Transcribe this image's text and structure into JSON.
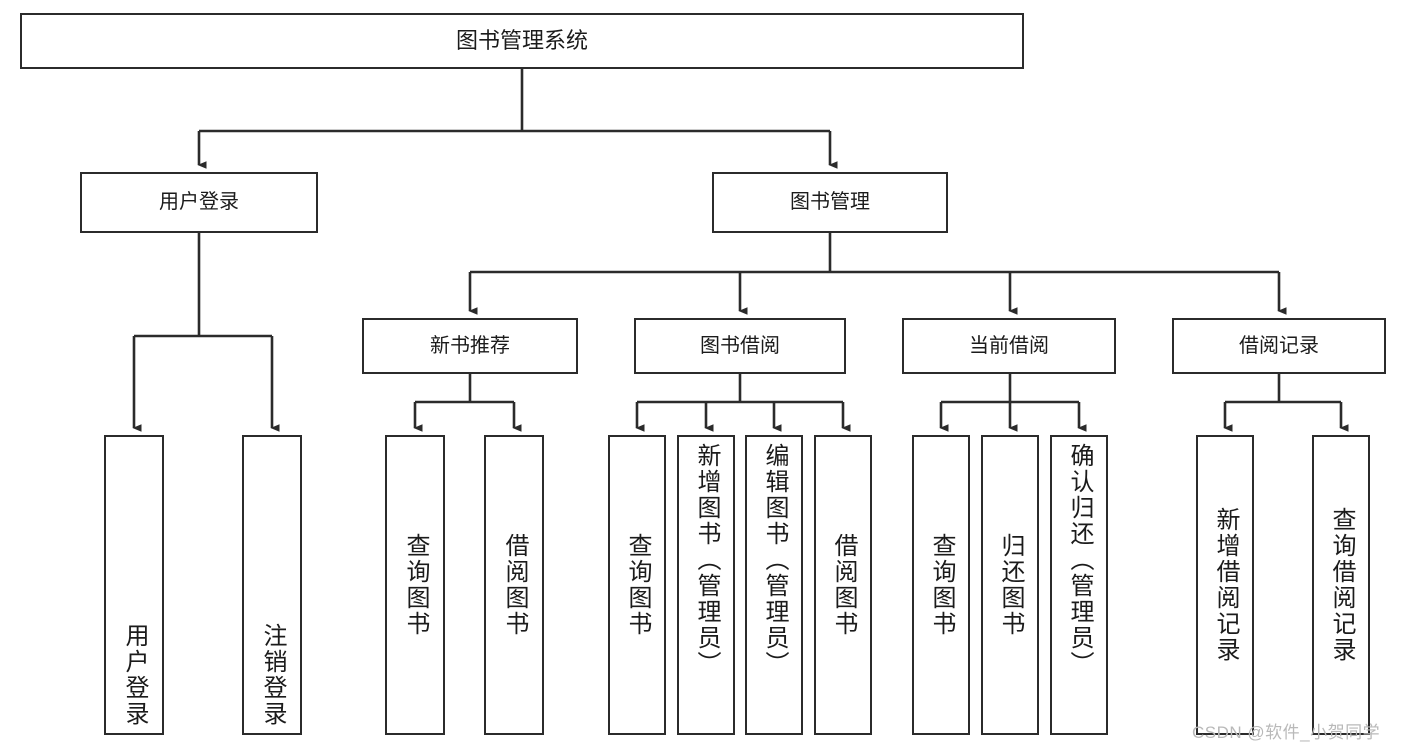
{
  "diagram": {
    "title": "图书管理系统",
    "type": "hierarchy-tree",
    "root": {
      "id": "root",
      "label": "图书管理系统"
    },
    "level2": [
      {
        "id": "user-login",
        "label": "用户登录"
      },
      {
        "id": "book-manage",
        "label": "图书管理"
      }
    ],
    "level3": [
      {
        "id": "new-book-rec",
        "label": "新书推荐"
      },
      {
        "id": "book-borrow",
        "label": "图书借阅"
      },
      {
        "id": "current-borrow",
        "label": "当前借阅"
      },
      {
        "id": "borrow-record",
        "label": "借阅记录"
      }
    ],
    "leaves": {
      "user_login": [
        {
          "id": "leaf-user-login",
          "label": "用户登录"
        },
        {
          "id": "leaf-user-logout",
          "label": "注销登录"
        }
      ],
      "new_book_rec": [
        {
          "id": "leaf-query-book-1",
          "label": "查询图书"
        },
        {
          "id": "leaf-borrow-book-1",
          "label": "借阅图书"
        }
      ],
      "book_borrow": [
        {
          "id": "leaf-query-book-2",
          "label": "查询图书"
        },
        {
          "id": "leaf-add-book",
          "label": "新增图书（管理员）"
        },
        {
          "id": "leaf-edit-book",
          "label": "编辑图书（管理员）"
        },
        {
          "id": "leaf-borrow-book-2",
          "label": "借阅图书"
        }
      ],
      "current_borrow": [
        {
          "id": "leaf-query-book-3",
          "label": "查询图书"
        },
        {
          "id": "leaf-return-book",
          "label": "归还图书"
        },
        {
          "id": "leaf-confirm-return",
          "label": "确认归还（管理员）"
        }
      ],
      "borrow_record": [
        {
          "id": "leaf-add-record",
          "label": "新增借阅记录"
        },
        {
          "id": "leaf-query-record",
          "label": "查询借阅记录"
        }
      ]
    }
  },
  "watermark": {
    "text": "CSDN @软件_小贺同学"
  },
  "colors": {
    "stroke": "#2b2b2b",
    "fill": "#ffffff",
    "text": "#1b1b1b",
    "watermark": "#b9b9b9"
  }
}
